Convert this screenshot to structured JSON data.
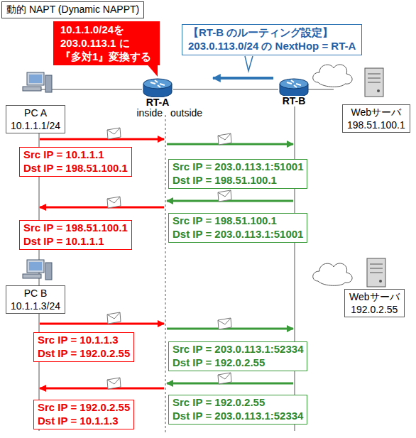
{
  "diagram": {
    "title": "動的 NAPT (Dynamic NAPPT)",
    "nodes": [
      {
        "text": [
          "10.1.1.0/24を 203.0.113.1 に 『多対1』変換する"
        ]
      },
      {
        "text": [
          "【RT-B のルーティング設定】",
          "203.0.113.0/24 の NextHop = RT-A"
        ]
      },
      {
        "text": [
          "RT-A"
        ]
      },
      {
        "text": [
          "RT-B"
        ]
      },
      {
        "text": [
          "PC A",
          "10.1.1.1/24"
        ]
      },
      {
        "text": [
          "Webサーバ",
          "198.51.100.1"
        ]
      },
      {
        "text": [
          "Src IP = 10.1.1.1",
          "Dst IP = 198.51.100.1"
        ]
      },
      {
        "text": [
          "Src IP = 203.0.113.1:51001",
          "Dst IP = 198.51.100.1"
        ]
      },
      {
        "text": [
          "Src IP = 198.51.100.1",
          "Dst IP = 203.0.113.1:51001"
        ]
      },
      {
        "text": [
          "Src IP = 198.51.100.1",
          "Dst IP = 10.1.1.1"
        ]
      },
      {
        "text": [
          "PC B",
          "10.1.1.3/24"
        ]
      },
      {
        "text": [
          "Webサーバ",
          "192.0.2.55"
        ]
      },
      {
        "text": [
          "Src IP = 10.1.1.3",
          "Dst IP = 192.0.2.55"
        ]
      },
      {
        "text": [
          "Src IP = 203.0.113.1:52334",
          "Dst IP = 192.0.2.55"
        ]
      },
      {
        "text": [
          "Src IP = 192.0.2.55",
          "Dst IP = 203.0.113.1:52334"
        ]
      },
      {
        "text": [
          "Src IP = 192.0.2.55",
          "Dst IP = 10.1.1.3"
        ]
      }
    ],
    "edges": [
      {
        "from": 2,
        "to": 3,
        "arrow": "none"
      }
    ],
    "labels": [
      "inside",
      "outside"
    ]
  }
}
